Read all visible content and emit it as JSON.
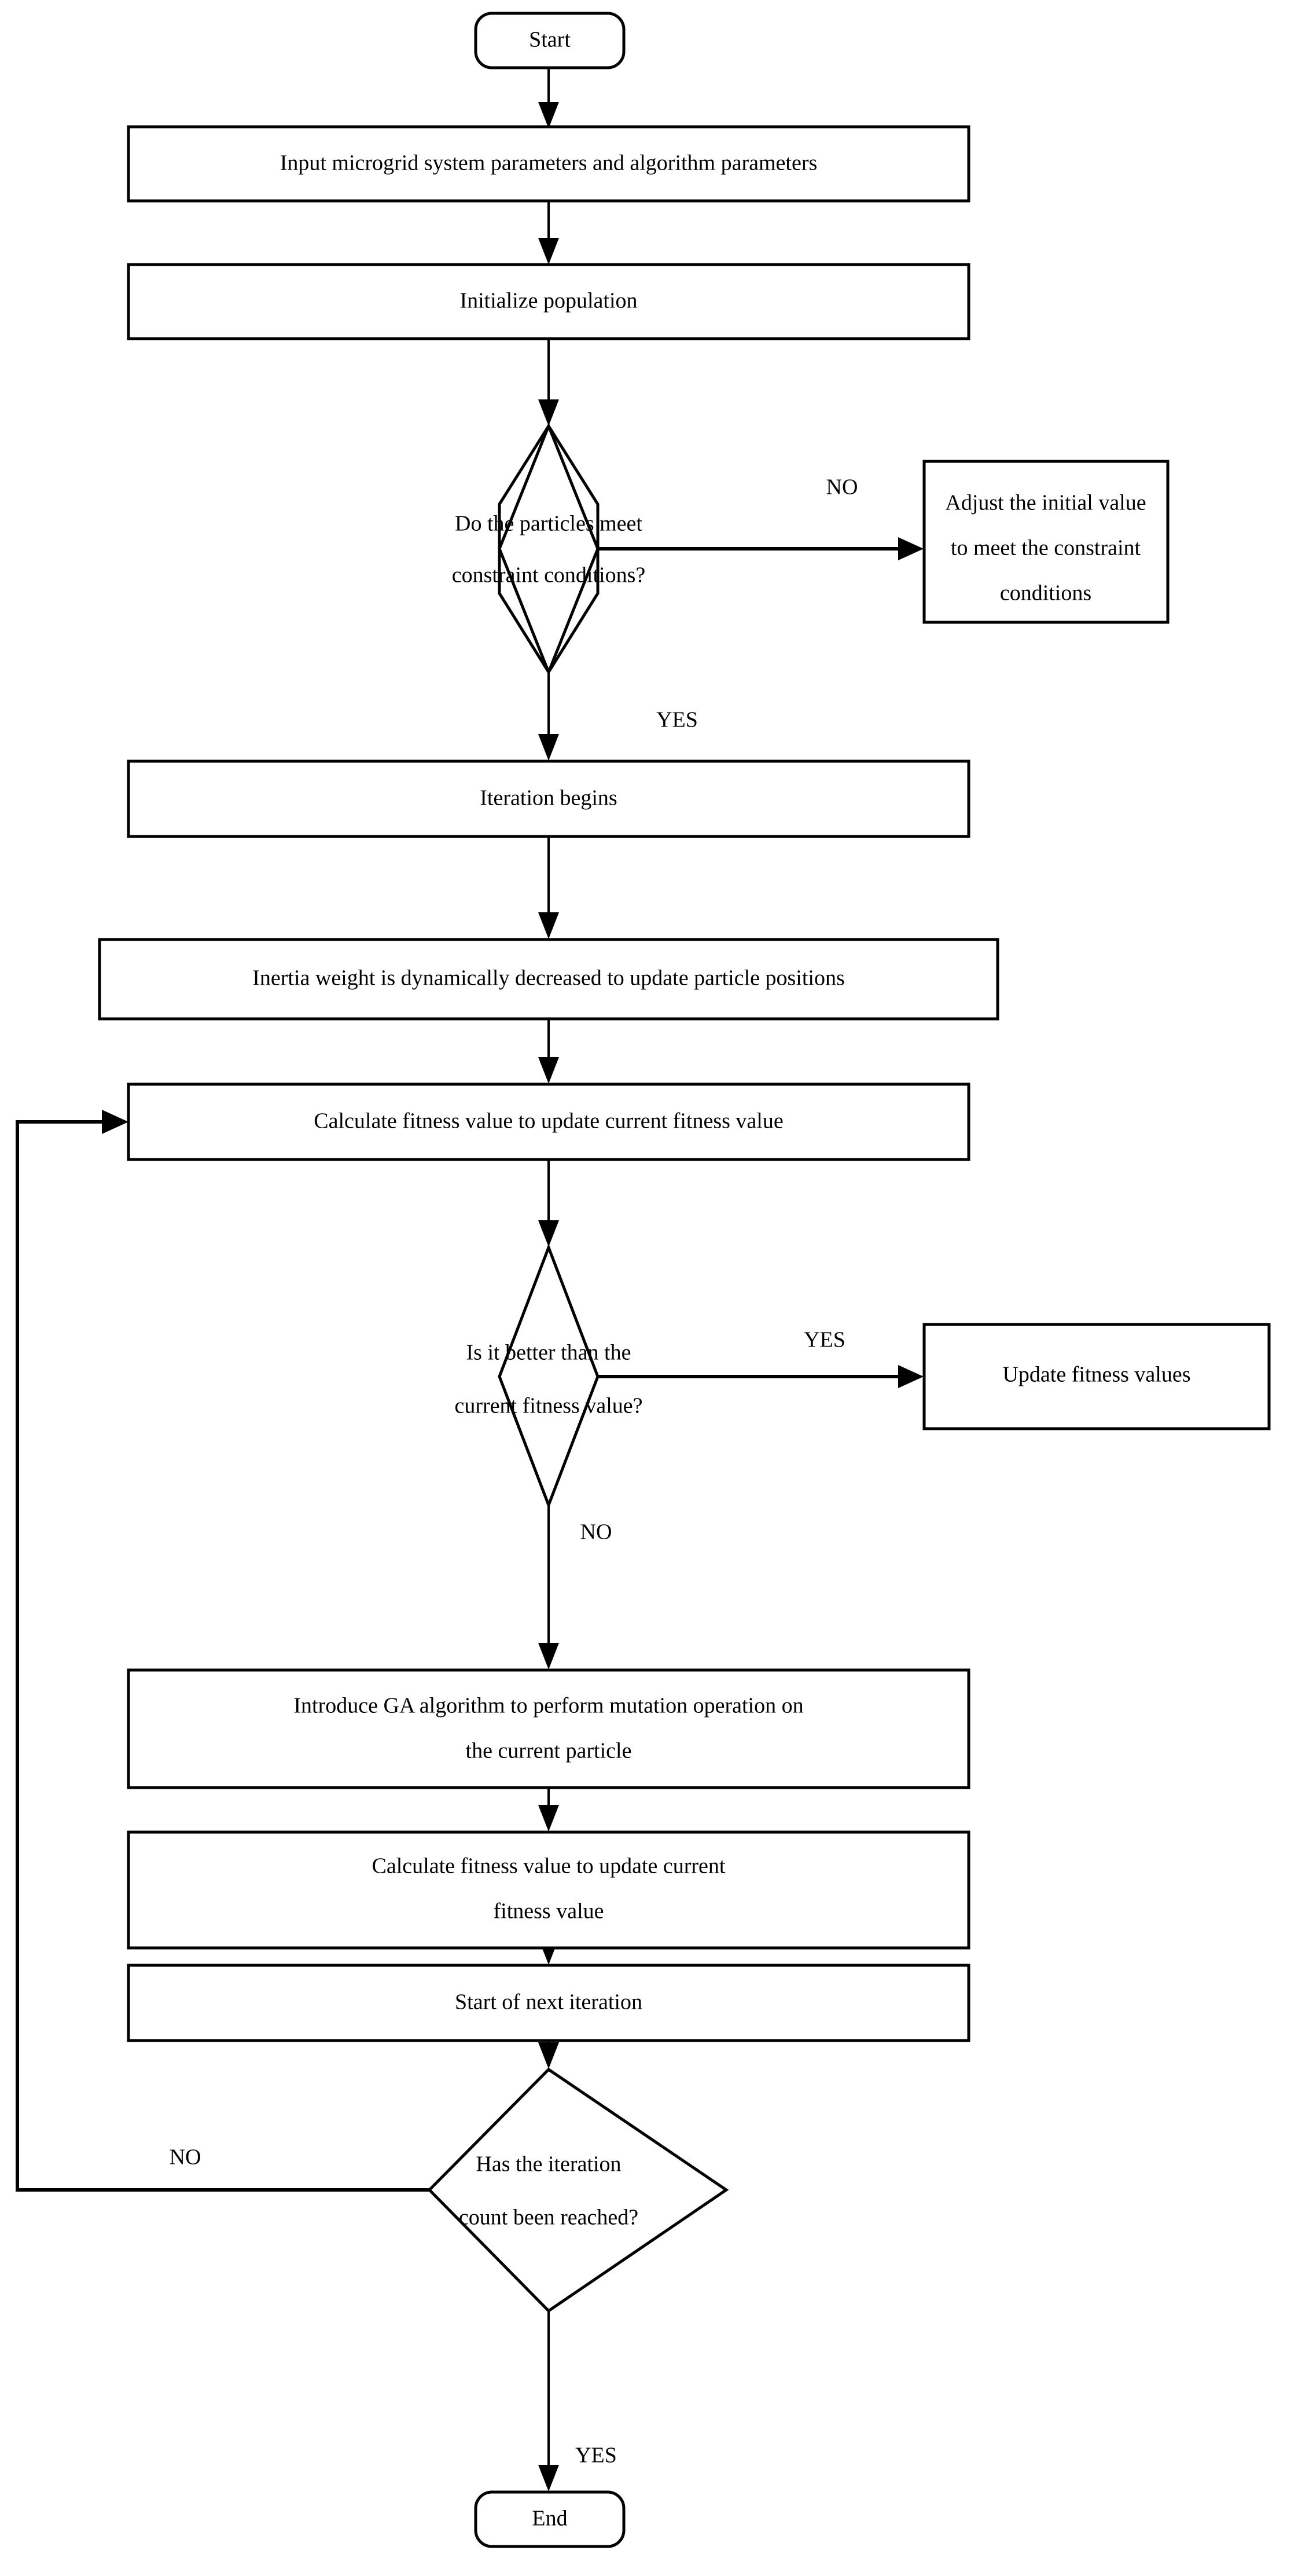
{
  "diagram": {
    "title": "Improved PSO-GA hybrid algorithm flowchart for microgrid optimization",
    "type": "flowchart",
    "background_color": "#ffffff",
    "line_color": "#000000",
    "text_color": "#000000"
  },
  "nodes": {
    "start": {
      "label": "Start",
      "shape": "terminator"
    },
    "input_params": {
      "label": "Input microgrid system parameters and algorithm parameters",
      "shape": "process"
    },
    "init_population": {
      "label": "Initialize population",
      "shape": "process"
    },
    "decision_constraints": {
      "line1": "Do the particles meet",
      "line2": "constraint conditions?",
      "shape": "decision"
    },
    "adjust_initial": {
      "line1": "Adjust the initial value",
      "line2": "to meet the constraint",
      "line3": "conditions",
      "shape": "process"
    },
    "iteration_begins": {
      "label": "Iteration begins",
      "shape": "process"
    },
    "inertia_weight": {
      "label": "Inertia weight is dynamically decreased to update particle positions",
      "shape": "process"
    },
    "calc_fitness_1": {
      "label": "Calculate fitness value to update current fitness value",
      "shape": "process"
    },
    "decision_better": {
      "line1": "Is it better than the",
      "line2": "current fitness value?",
      "shape": "decision"
    },
    "update_fitness": {
      "label": "Update fitness values",
      "shape": "process"
    },
    "introduce_ga": {
      "line1": "Introduce GA algorithm to perform mutation operation on",
      "line2": "the current particle",
      "shape": "process"
    },
    "calc_fitness_2": {
      "line1": "Calculate fitness value to update current",
      "line2": "fitness value",
      "shape": "process"
    },
    "next_iteration": {
      "label": "Start of next iteration",
      "shape": "process"
    },
    "decision_count": {
      "line1": "Has the iteration",
      "line2": "count been reached?",
      "shape": "decision"
    },
    "end": {
      "label": "End",
      "shape": "terminator"
    }
  },
  "edge_labels": {
    "constraints_no": "NO",
    "constraints_yes": "YES",
    "better_yes": "YES",
    "better_no": "NO",
    "count_no": "NO",
    "count_yes": "YES"
  }
}
